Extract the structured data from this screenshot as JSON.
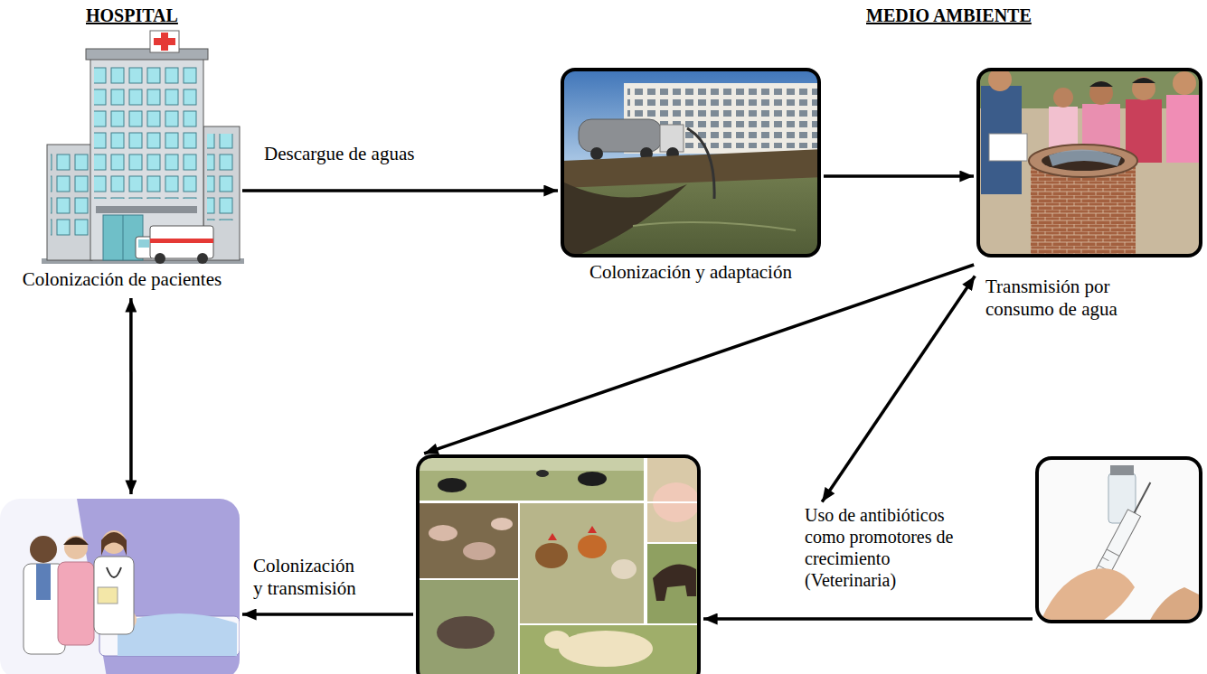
{
  "diagram": {
    "nodes": [
      {
        "text": [
          "Colonización de pacientes"
        ]
      },
      {
        "text": [
          "Colonización y adaptación"
        ]
      },
      {
        "text": [
          "Transmisión por consumo de agua"
        ]
      },
      {
        "text": []
      },
      {
        "text": []
      },
      {
        "text": [
          "Uso de antibióticos como promotores de crecimiento (Veterinaria)"
        ]
      },
      {
        "text": []
      }
    ],
    "edges": [
      {
        "from": 0,
        "to": 1,
        "arrow": "to",
        "label": "Descargue de aguas"
      },
      {
        "from": 1,
        "to": 2,
        "arrow": "to"
      },
      {
        "from": 0,
        "to": 3,
        "arrow": "both"
      },
      {
        "from": 2,
        "to": 4,
        "arrow": "to"
      },
      {
        "from": 2,
        "to": 5,
        "arrow": "both"
      },
      {
        "from": 6,
        "to": 4,
        "arrow": "to"
      },
      {
        "from": 4,
        "to": 3,
        "arrow": "to",
        "label": "Colonización y transmisión"
      }
    ],
    "labels": [
      "HOSPITAL",
      "MEDIO AMBIENTE"
    ]
  }
}
